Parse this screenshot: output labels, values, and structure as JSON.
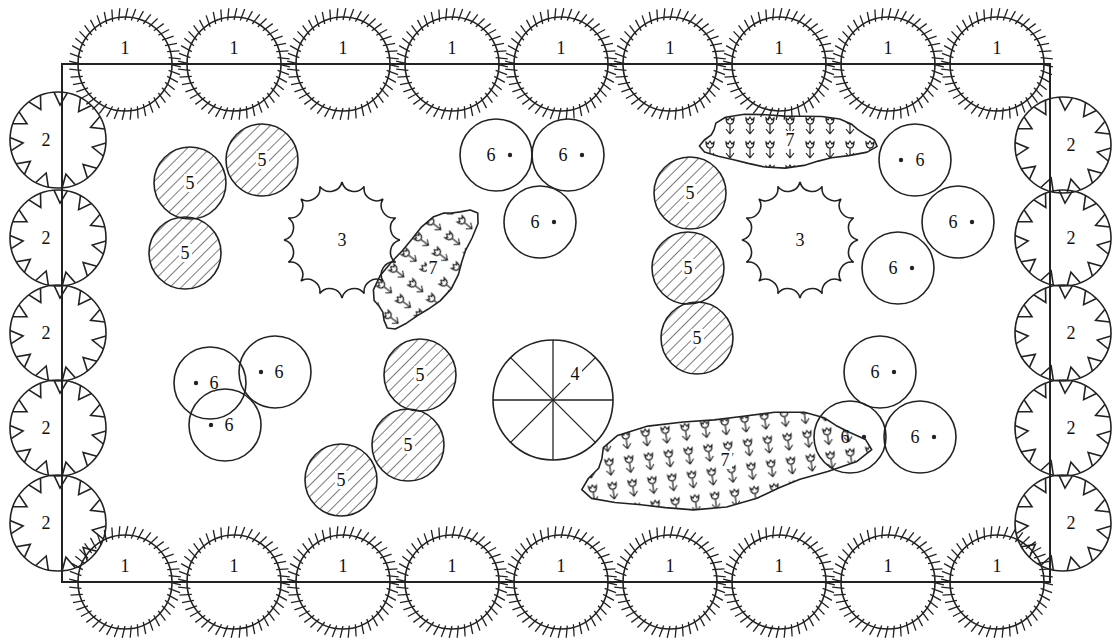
{
  "diagram": {
    "nodes": [
      {
        "text": [
          "1"
        ]
      },
      {
        "text": [
          "1"
        ]
      },
      {
        "text": [
          "1"
        ]
      },
      {
        "text": [
          "1"
        ]
      },
      {
        "text": [
          "1"
        ]
      },
      {
        "text": [
          "1"
        ]
      },
      {
        "text": [
          "1"
        ]
      },
      {
        "text": [
          "1"
        ]
      },
      {
        "text": [
          "1"
        ]
      },
      {
        "text": [
          "2"
        ]
      },
      {
        "text": [
          "2"
        ]
      },
      {
        "text": [
          "2"
        ]
      },
      {
        "text": [
          "2"
        ]
      },
      {
        "text": [
          "2"
        ]
      },
      {
        "text": [
          "5"
        ]
      },
      {
        "text": [
          "5"
        ]
      },
      {
        "text": [
          "5"
        ]
      },
      {
        "text": [
          "3"
        ]
      },
      {
        "text": [
          "7"
        ]
      },
      {
        "text": [
          "6"
        ]
      },
      {
        "text": [
          "6"
        ]
      },
      {
        "text": [
          "6"
        ]
      },
      {
        "text": [
          "5"
        ]
      },
      {
        "text": [
          "5"
        ]
      },
      {
        "text": [
          "5"
        ]
      },
      {
        "text": [
          "4"
        ]
      },
      {
        "text": [
          "6"
        ]
      },
      {
        "text": [
          "6"
        ]
      },
      {
        "text": [
          "6"
        ]
      },
      {
        "text": [
          "5"
        ]
      },
      {
        "text": [
          "5"
        ]
      },
      {
        "text": [
          "5"
        ]
      },
      {
        "text": [
          "7"
        ]
      },
      {
        "text": [
          "3"
        ]
      },
      {
        "text": [
          "7"
        ]
      },
      {
        "text": [
          "6"
        ]
      },
      {
        "text": [
          "6"
        ]
      },
      {
        "text": [
          "6"
        ]
      },
      {
        "text": [
          "6"
        ]
      },
      {
        "text": [
          "6"
        ]
      },
      {
        "text": [
          "6"
        ]
      },
      {
        "text": [
          "2"
        ]
      },
      {
        "text": [
          "2"
        ]
      },
      {
        "text": [
          "2"
        ]
      },
      {
        "text": [
          "2"
        ]
      },
      {
        "text": [
          "2"
        ]
      },
      {
        "text": [
          "1"
        ]
      },
      {
        "text": [
          "1"
        ]
      },
      {
        "text": [
          "1"
        ]
      },
      {
        "text": [
          "1"
        ]
      },
      {
        "text": [
          "1"
        ]
      },
      {
        "text": [
          "1"
        ]
      },
      {
        "text": [
          "1"
        ]
      },
      {
        "text": [
          "1"
        ]
      },
      {
        "text": [
          "1"
        ]
      }
    ]
  }
}
